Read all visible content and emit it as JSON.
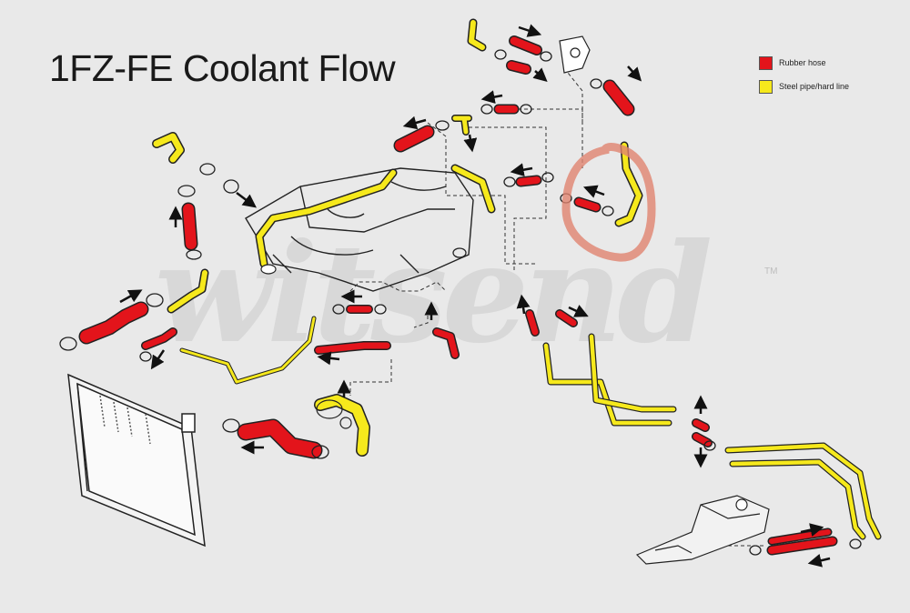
{
  "title": "1FZ-FE Coolant Flow",
  "legend": {
    "items": [
      {
        "label": "Rubber hose",
        "color": "#e3141b"
      },
      {
        "label": "Steel pipe/hard line",
        "color": "#f6e91c"
      }
    ]
  },
  "watermark": "witsend",
  "trademark": "TM",
  "colors": {
    "rubber": "#e3141b",
    "steel": "#f6e91c",
    "outline": "#222222",
    "highlight_circle": "#e0836f",
    "background": "#e9e9e9"
  },
  "icons": [
    "flow-arrow",
    "hose-clamp",
    "radiator",
    "engine-block",
    "water-pump",
    "heater-core"
  ]
}
